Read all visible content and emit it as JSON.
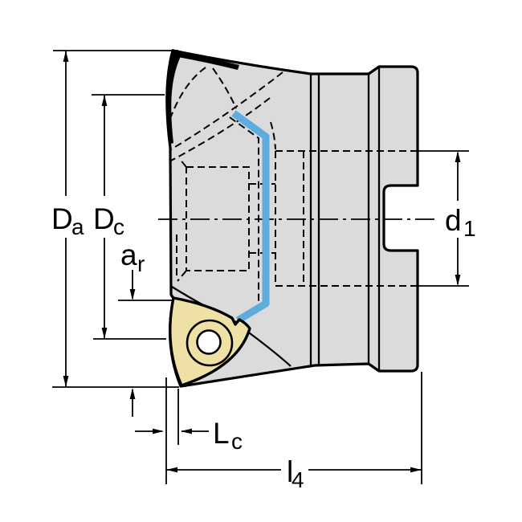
{
  "diagram": {
    "type": "technical-drawing",
    "subject": "face-milling-cutter-side-view-with-indexable-insert"
  },
  "labels": {
    "Da": {
      "main": "D",
      "sub": "a"
    },
    "Dc": {
      "main": "D",
      "sub": "c"
    },
    "ar": {
      "main": "a",
      "sub": "r"
    },
    "d1": {
      "main": "d",
      "sub": "1"
    },
    "Lc": {
      "main": "L",
      "sub": "c"
    },
    "l4": {
      "main": "l",
      "sub": "4"
    }
  },
  "colors": {
    "body": "#DBDBDB",
    "insert": "#EFE0A5",
    "edge_highlight": "#5EABDE",
    "line": "#000000",
    "background": "#FFFFFF"
  }
}
